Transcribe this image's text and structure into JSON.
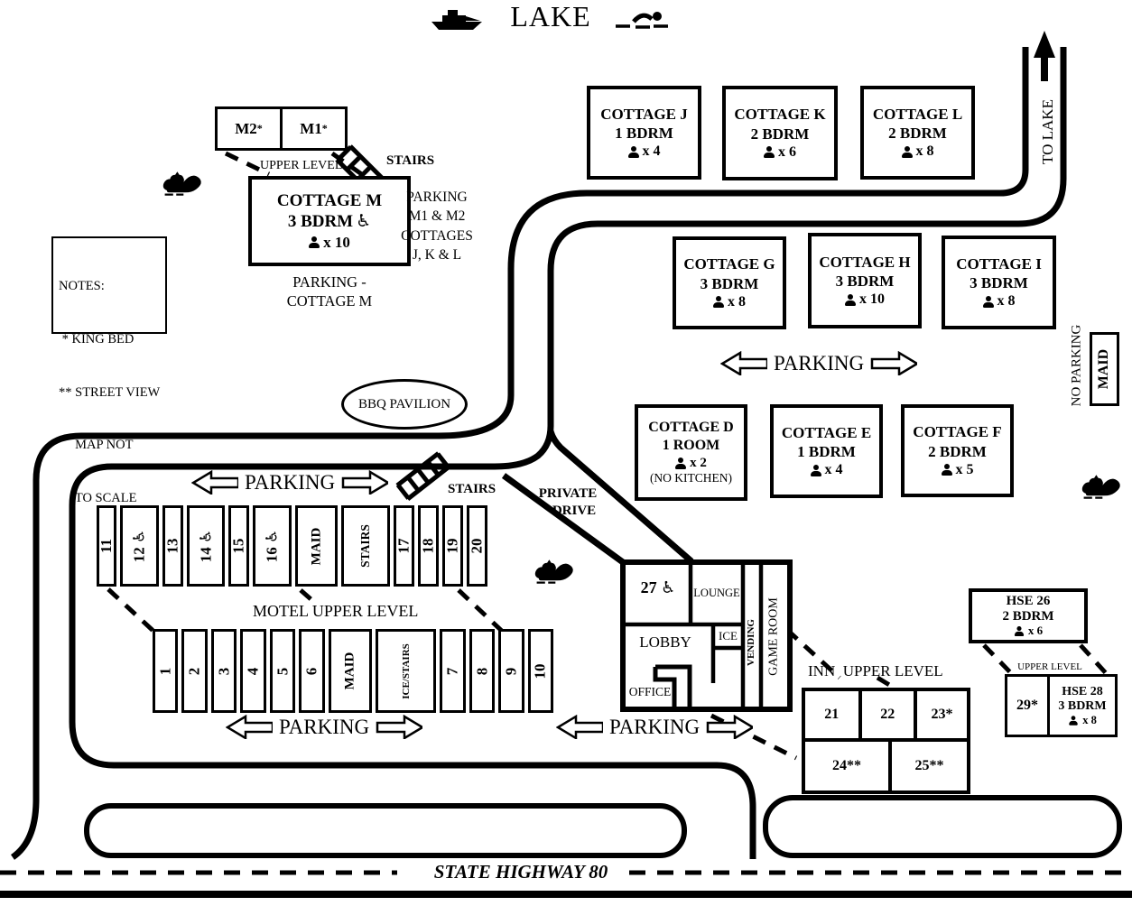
{
  "colors": {
    "ink": "#000000",
    "paper": "#ffffff"
  },
  "header": {
    "lake": "LAKE"
  },
  "to_lake": "TO LAKE",
  "notes": {
    "l1": "NOTES:",
    "l2": " * KING BED",
    "l3": "** STREET VIEW",
    "l4": "     MAP NOT",
    "l5": "     TO SCALE"
  },
  "upper_m": {
    "m2": "M2",
    "m2_sup": "*",
    "m1": "M1",
    "m1_sup": "*",
    "upper_level": "UPPER LEVEL"
  },
  "parking_m1m2": {
    "l1": "PARKING",
    "l2": "M1 & M2",
    "l3": "COTTAGES",
    "l4": "J, K & L"
  },
  "parking_cottage_m": {
    "l1": "PARKING -",
    "l2": "COTTAGE M"
  },
  "cottages": {
    "j": {
      "name": "COTTAGE J",
      "type": "1 BDRM",
      "occ": "x 4"
    },
    "k": {
      "name": "COTTAGE K",
      "type": "2 BDRM",
      "occ": "x 6"
    },
    "l": {
      "name": "COTTAGE L",
      "type": "2 BDRM",
      "occ": "x 8"
    },
    "g": {
      "name": "COTTAGE G",
      "type": "3 BDRM",
      "occ": "x 8"
    },
    "h": {
      "name": "COTTAGE H",
      "type": "3 BDRM",
      "occ": "x 10"
    },
    "i": {
      "name": "COTTAGE I",
      "type": "3 BDRM",
      "occ": "x 8"
    },
    "d": {
      "name": "COTTAGE D",
      "type": "1 ROOM",
      "occ": "x 2",
      "note": "(NO KITCHEN)"
    },
    "e": {
      "name": "COTTAGE E",
      "type": "1 BDRM",
      "occ": "x 4"
    },
    "f": {
      "name": "COTTAGE F",
      "type": "2 BDRM",
      "occ": "x 5"
    },
    "m": {
      "name": "COTTAGE M",
      "type": "3 BDRM",
      "occ": "x 10"
    }
  },
  "motel": {
    "upper": [
      "11",
      "12",
      "13",
      "14",
      "15",
      "16",
      "MAID",
      "STAIRS",
      "17",
      "18",
      "19",
      "20"
    ],
    "lower": [
      "1",
      "2",
      "3",
      "4",
      "5",
      "6",
      "MAID",
      "ICE/STAIRS",
      "7",
      "8",
      "9",
      "10"
    ]
  },
  "inn": {
    "r21": "21",
    "r22": "22",
    "r23": "23*",
    "r24": "24**",
    "r25": "25**"
  },
  "houses": {
    "hse26": {
      "name": "HSE 26",
      "type": "2 BDRM",
      "occ": "x 6"
    },
    "hse28": {
      "name": "HSE 28",
      "type": "3 BDRM",
      "occ": "x 8"
    },
    "r29": "29*"
  },
  "building": {
    "r27": "27",
    "lounge": "LOUNGE",
    "lobby": "LOBBY",
    "office": "OFFICE",
    "ice": "ICE",
    "vending": "VENDING",
    "game": "GAME ROOM"
  },
  "labels": {
    "parking": "PARKING",
    "stairs": "STAIRS",
    "bbq": "BBQ PAVILION",
    "private1": "PRIVATE",
    "private2": "DRIVE",
    "no_parking": "NO PARKING",
    "maid": "MAID",
    "motel_upper": "MOTEL UPPER LEVEL",
    "inn_upper": "INN  UPPER LEVEL",
    "upper_level_small": "UPPER LEVEL",
    "highway": "STATE HIGHWAY 80"
  },
  "icons": {
    "wheelchair": "♿",
    "boat": "tour-boat",
    "swimmer": "swimmer",
    "chipmunk": "chipmunk",
    "to_lake_arrow": "up-arrow"
  }
}
